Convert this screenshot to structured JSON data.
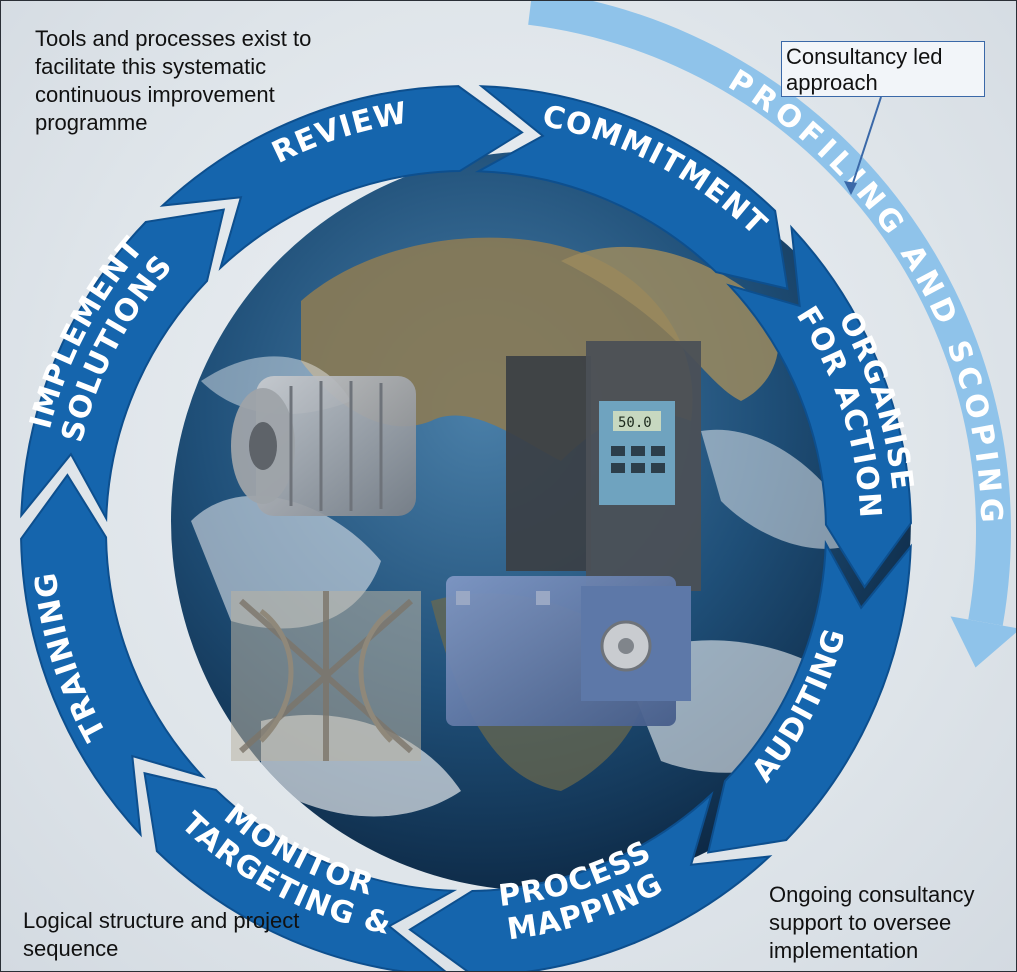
{
  "notes": {
    "top_left": "Tools and processes exist to facilitate this systematic continuous improvement programme",
    "callout": "Consultancy led approach",
    "bottom_left": "Logical structure and project sequence",
    "bottom_right": "Ongoing consultancy support to oversee implementation"
  },
  "outer_arc": {
    "label": "PROFILING AND SCOPING"
  },
  "cycle": {
    "segments": [
      {
        "lines": [
          "COMMITMENT"
        ]
      },
      {
        "lines": [
          "ORGANISE",
          "FOR ACTION"
        ]
      },
      {
        "lines": [
          "AUDITING"
        ]
      },
      {
        "lines": [
          "PROCESS",
          "MAPPING"
        ]
      },
      {
        "lines": [
          "MONITOR",
          "TARGETING &"
        ]
      },
      {
        "lines": [
          "TRAINING"
        ]
      },
      {
        "lines": [
          "IMPLEMENT",
          "SOLUTIONS"
        ]
      },
      {
        "lines": [
          "REVIEW"
        ]
      }
    ]
  },
  "colors": {
    "segment": "#1565ad",
    "segment_edge": "#0d4f8e",
    "outer_arc": "#8fc3ea",
    "ocean": "#1d4f7a",
    "land": "#8a7a55",
    "cloud": "#f2f4f6"
  },
  "images": {
    "center": "earth-globe-with-industrial-equipment",
    "items": [
      "electric-motor",
      "variable-speed-drive",
      "fan-impeller",
      "gearbox"
    ]
  },
  "drive_display": "50.0"
}
